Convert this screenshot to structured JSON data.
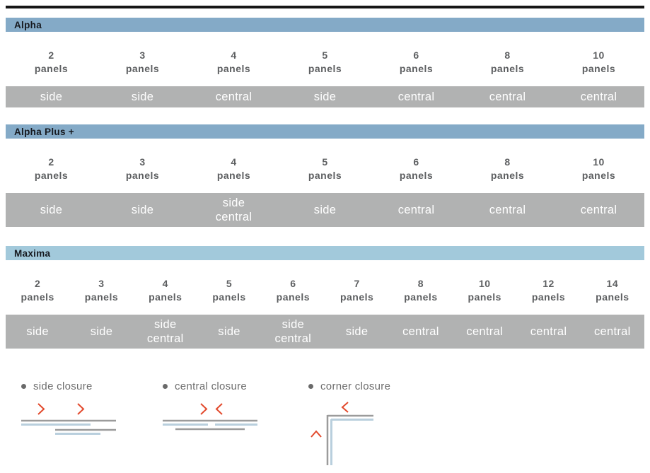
{
  "colors": {
    "header_blue": "#84aac7",
    "header_blue_light": "#a2c9db",
    "bar_gray": "#b1b2b2",
    "text_dark": "#5d5f61",
    "header_text": "#16191f",
    "accent_red": "#e2492c",
    "line_gray": "#9b9b9b",
    "line_blue": "#b9cfdd",
    "legend_text": "#6e6e6e",
    "top_rule": "#161616"
  },
  "sections": [
    {
      "title": "Alpha",
      "columns": [
        {
          "count": "2",
          "unit": "panels",
          "closure": "side"
        },
        {
          "count": "3",
          "unit": "panels",
          "closure": "side"
        },
        {
          "count": "4",
          "unit": "panels",
          "closure": "central"
        },
        {
          "count": "5",
          "unit": "panels",
          "closure": "side"
        },
        {
          "count": "6",
          "unit": "panels",
          "closure": "central"
        },
        {
          "count": "8",
          "unit": "panels",
          "closure": "central"
        },
        {
          "count": "10",
          "unit": "panels",
          "closure": "central"
        }
      ]
    },
    {
      "title": "Alpha Plus +",
      "columns": [
        {
          "count": "2",
          "unit": "panels",
          "closure": "side"
        },
        {
          "count": "3",
          "unit": "panels",
          "closure": "side"
        },
        {
          "count": "4",
          "unit": "panels",
          "closure": "side\ncentral"
        },
        {
          "count": "5",
          "unit": "panels",
          "closure": "side"
        },
        {
          "count": "6",
          "unit": "panels",
          "closure": "central"
        },
        {
          "count": "8",
          "unit": "panels",
          "closure": "central"
        },
        {
          "count": "10",
          "unit": "panels",
          "closure": "central"
        }
      ]
    },
    {
      "title": "Maxima",
      "columns": [
        {
          "count": "2",
          "unit": "panels",
          "closure": "side"
        },
        {
          "count": "3",
          "unit": "panels",
          "closure": "side"
        },
        {
          "count": "4",
          "unit": "panels",
          "closure": "side\ncentral"
        },
        {
          "count": "5",
          "unit": "panels",
          "closure": "side"
        },
        {
          "count": "6",
          "unit": "panels",
          "closure": "side\ncentral"
        },
        {
          "count": "7",
          "unit": "panels",
          "closure": "side"
        },
        {
          "count": "8",
          "unit": "panels",
          "closure": "central"
        },
        {
          "count": "10",
          "unit": "panels",
          "closure": "central"
        },
        {
          "count": "12",
          "unit": "panels",
          "closure": "central"
        },
        {
          "count": "14",
          "unit": "panels",
          "closure": "central"
        }
      ]
    }
  ],
  "legend": {
    "items": [
      {
        "label": "side closure"
      },
      {
        "label": "central closure"
      },
      {
        "label": "corner closure"
      }
    ]
  }
}
